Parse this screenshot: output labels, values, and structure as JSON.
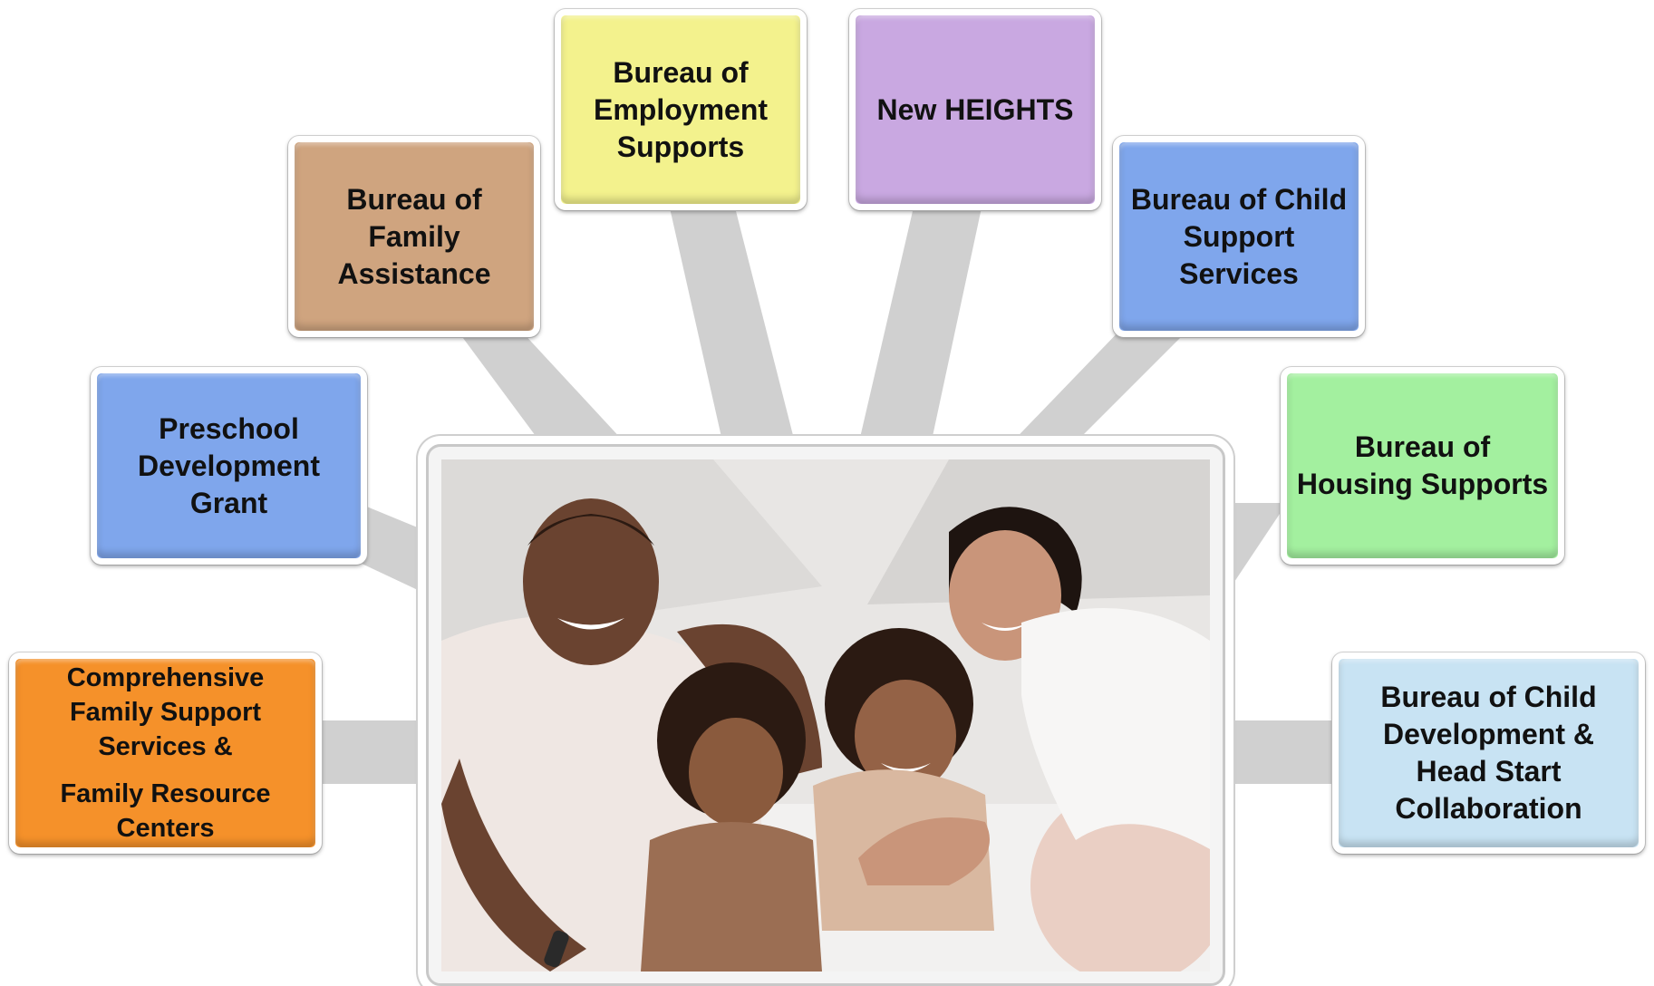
{
  "colors": {
    "connector": "#d0d0d0",
    "orange": "#f5912a",
    "blue": "#7fa6ec",
    "tan": "#cfa47f",
    "yellow": "#f3f28d",
    "purple": "#c9a8e1",
    "green": "#a3f09f",
    "light_blue": "#c8e3f3"
  },
  "boxes": {
    "comprehensive": {
      "line1": "Comprehensive",
      "line2": "Family Support",
      "line3": "Services &",
      "line4": "Family Resource",
      "line5": "Centers"
    },
    "preschool": {
      "line1": "Preschool",
      "line2": "Development",
      "line3": "Grant"
    },
    "family_assistance": {
      "line1": "Bureau of",
      "line2": "Family",
      "line3": "Assistance"
    },
    "employment": {
      "line1": "Bureau of",
      "line2": "Employment",
      "line3": "Supports"
    },
    "new_heights": {
      "line1": "New HEIGHTS"
    },
    "child_support": {
      "line1": "Bureau of Child",
      "line2": "Support",
      "line3": "Services"
    },
    "housing": {
      "line1": "Bureau of",
      "line2": "Housing Supports"
    },
    "child_development": {
      "line1": "Bureau of Child",
      "line2": "Development &",
      "line3": "Head Start",
      "line4": "Collaboration"
    }
  },
  "photo": {
    "subject": "family-photo"
  }
}
